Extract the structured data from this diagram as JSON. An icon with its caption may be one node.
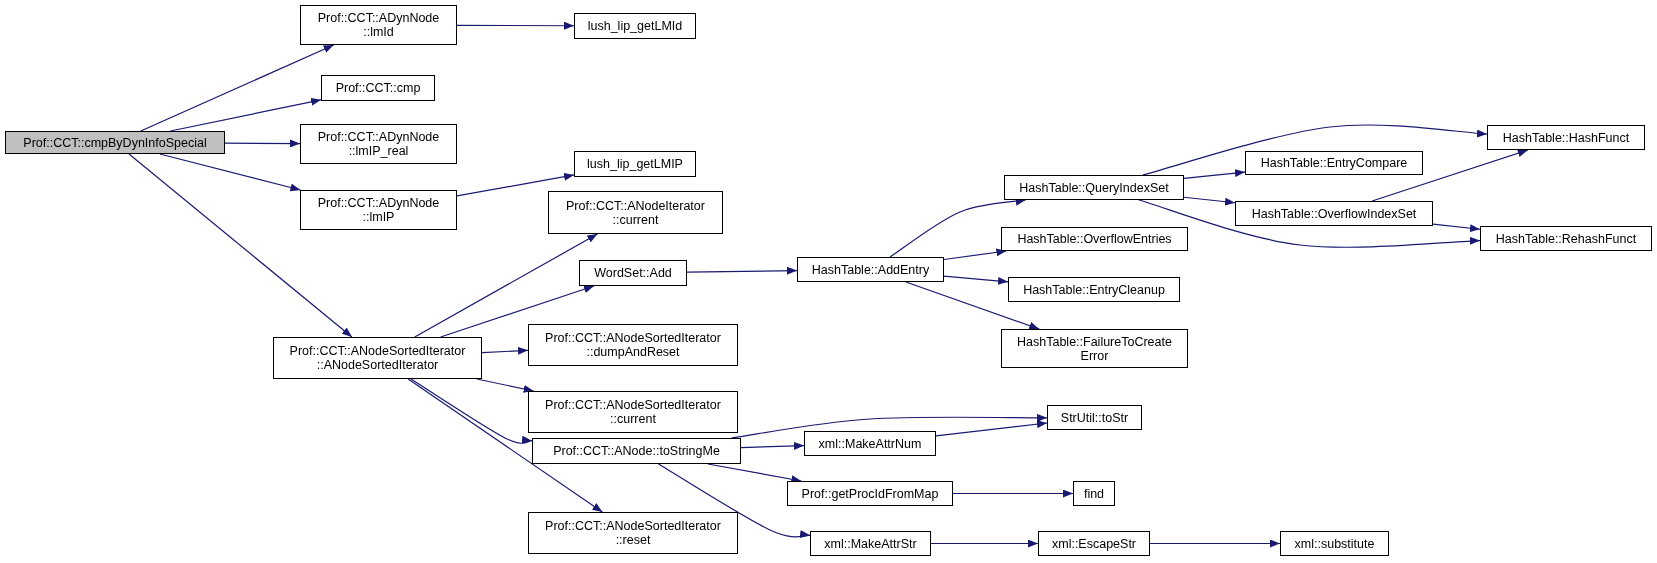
{
  "diagram": {
    "nodes": [
      {
        "text": [
          "Prof::CCT::cmpByDynInfoSpecial"
        ]
      },
      {
        "text": [
          "Prof::CCT::ADynNode ::lmId"
        ]
      },
      {
        "text": [
          "Prof::CCT::cmp"
        ]
      },
      {
        "text": [
          "Prof::CCT::ADynNode ::lmIP_real"
        ]
      },
      {
        "text": [
          "Prof::CCT::ADynNode ::lmIP"
        ]
      },
      {
        "text": [
          "lush_lip_getLMId"
        ]
      },
      {
        "text": [
          "lush_lip_getLMIP"
        ]
      },
      {
        "text": [
          "Prof::CCT::ANodeSortedIterator ::ANodeSortedIterator"
        ]
      },
      {
        "text": [
          "Prof::CCT::ANodeIterator ::current"
        ]
      },
      {
        "text": [
          "WordSet::Add"
        ]
      },
      {
        "text": [
          "Prof::CCT::ANodeSortedIterator ::dumpAndReset"
        ]
      },
      {
        "text": [
          "Prof::CCT::ANodeSortedIterator ::current"
        ]
      },
      {
        "text": [
          "Prof::CCT::ANode::toStringMe"
        ]
      },
      {
        "text": [
          "Prof::CCT::ANodeSortedIterator ::reset"
        ]
      },
      {
        "text": [
          "HashTable::AddEntry"
        ]
      },
      {
        "text": [
          "HashTable::QueryIndexSet"
        ]
      },
      {
        "text": [
          "HashTable::OverflowEntries"
        ]
      },
      {
        "text": [
          "HashTable::EntryCleanup"
        ]
      },
      {
        "text": [
          "HashTable::FailureToCreate Error"
        ]
      },
      {
        "text": [
          "HashTable::HashFunct"
        ]
      },
      {
        "text": [
          "HashTable::EntryCompare"
        ]
      },
      {
        "text": [
          "HashTable::OverflowIndexSet"
        ]
      },
      {
        "text": [
          "HashTable::RehashFunct"
        ]
      },
      {
        "text": [
          "StrUtil::toStr"
        ]
      },
      {
        "text": [
          "xml::MakeAttrNum"
        ]
      },
      {
        "text": [
          "Prof::getProcIdFromMap"
        ]
      },
      {
        "text": [
          "find"
        ]
      },
      {
        "text": [
          "xml::MakeAttrStr"
        ]
      },
      {
        "text": [
          "xml::EscapeStr"
        ]
      },
      {
        "text": [
          "xml::substitute"
        ]
      }
    ],
    "edges": [
      {
        "from": 0,
        "to": 1,
        "arrow": "to"
      },
      {
        "from": 0,
        "to": 2,
        "arrow": "to"
      },
      {
        "from": 0,
        "to": 3,
        "arrow": "to"
      },
      {
        "from": 0,
        "to": 4,
        "arrow": "to"
      },
      {
        "from": 0,
        "to": 7,
        "arrow": "to"
      },
      {
        "from": 1,
        "to": 5,
        "arrow": "to"
      },
      {
        "from": 4,
        "to": 6,
        "arrow": "to"
      },
      {
        "from": 7,
        "to": 8,
        "arrow": "to"
      },
      {
        "from": 7,
        "to": 9,
        "arrow": "to"
      },
      {
        "from": 7,
        "to": 10,
        "arrow": "to"
      },
      {
        "from": 7,
        "to": 11,
        "arrow": "to"
      },
      {
        "from": 7,
        "to": 12,
        "arrow": "to"
      },
      {
        "from": 7,
        "to": 13,
        "arrow": "to"
      },
      {
        "from": 9,
        "to": 14,
        "arrow": "to"
      },
      {
        "from": 14,
        "to": 15,
        "arrow": "to"
      },
      {
        "from": 14,
        "to": 16,
        "arrow": "to"
      },
      {
        "from": 14,
        "to": 17,
        "arrow": "to"
      },
      {
        "from": 14,
        "to": 18,
        "arrow": "to"
      },
      {
        "from": 15,
        "to": 19,
        "arrow": "to"
      },
      {
        "from": 15,
        "to": 20,
        "arrow": "to"
      },
      {
        "from": 15,
        "to": 21,
        "arrow": "to"
      },
      {
        "from": 15,
        "to": 22,
        "arrow": "to"
      },
      {
        "from": 21,
        "to": 19,
        "arrow": "to"
      },
      {
        "from": 21,
        "to": 22,
        "arrow": "to"
      },
      {
        "from": 12,
        "to": 23,
        "arrow": "to"
      },
      {
        "from": 12,
        "to": 24,
        "arrow": "to"
      },
      {
        "from": 12,
        "to": 25,
        "arrow": "to"
      },
      {
        "from": 12,
        "to": 27,
        "arrow": "to"
      },
      {
        "from": 24,
        "to": 23,
        "arrow": "to"
      },
      {
        "from": 25,
        "to": 26,
        "arrow": "to"
      },
      {
        "from": 27,
        "to": 28,
        "arrow": "to"
      },
      {
        "from": 28,
        "to": 29,
        "arrow": "to"
      }
    ]
  }
}
